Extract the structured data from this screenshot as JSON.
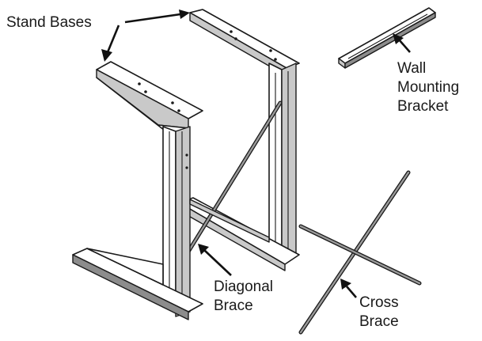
{
  "labels": {
    "stand_bases": "Stand Bases",
    "wall_line1": "Wall",
    "wall_line2": "Mounting",
    "wall_line3": "Bracket",
    "diag_line1": "Diagonal",
    "diag_line2": "Brace",
    "cross_line1": "Cross",
    "cross_line2": "Brace"
  },
  "colors": {
    "ink": "#1a1a1a",
    "light_shade": "#c9c9c9",
    "dark_shade": "#8c8c8c",
    "background": "#ffffff"
  }
}
